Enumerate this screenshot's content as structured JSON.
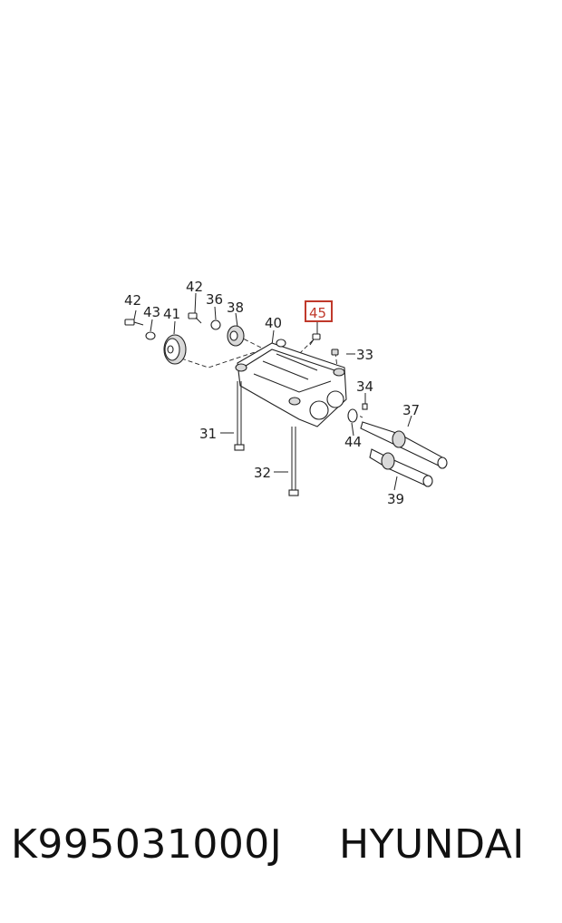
{
  "diagram": {
    "callouts": {
      "c31": "31",
      "c32": "32",
      "c33": "33",
      "c34": "34",
      "c36": "36",
      "c37": "37",
      "c38": "38",
      "c39": "39",
      "c40": "40",
      "c41": "41",
      "c42a": "42",
      "c42b": "42",
      "c43": "43",
      "c44": "44",
      "c45": "45"
    },
    "highlighted_callout": "45",
    "highlight_color": "#c0392b"
  },
  "caption": {
    "part_number": "K995031000J",
    "brand": "HYUNDAI"
  }
}
